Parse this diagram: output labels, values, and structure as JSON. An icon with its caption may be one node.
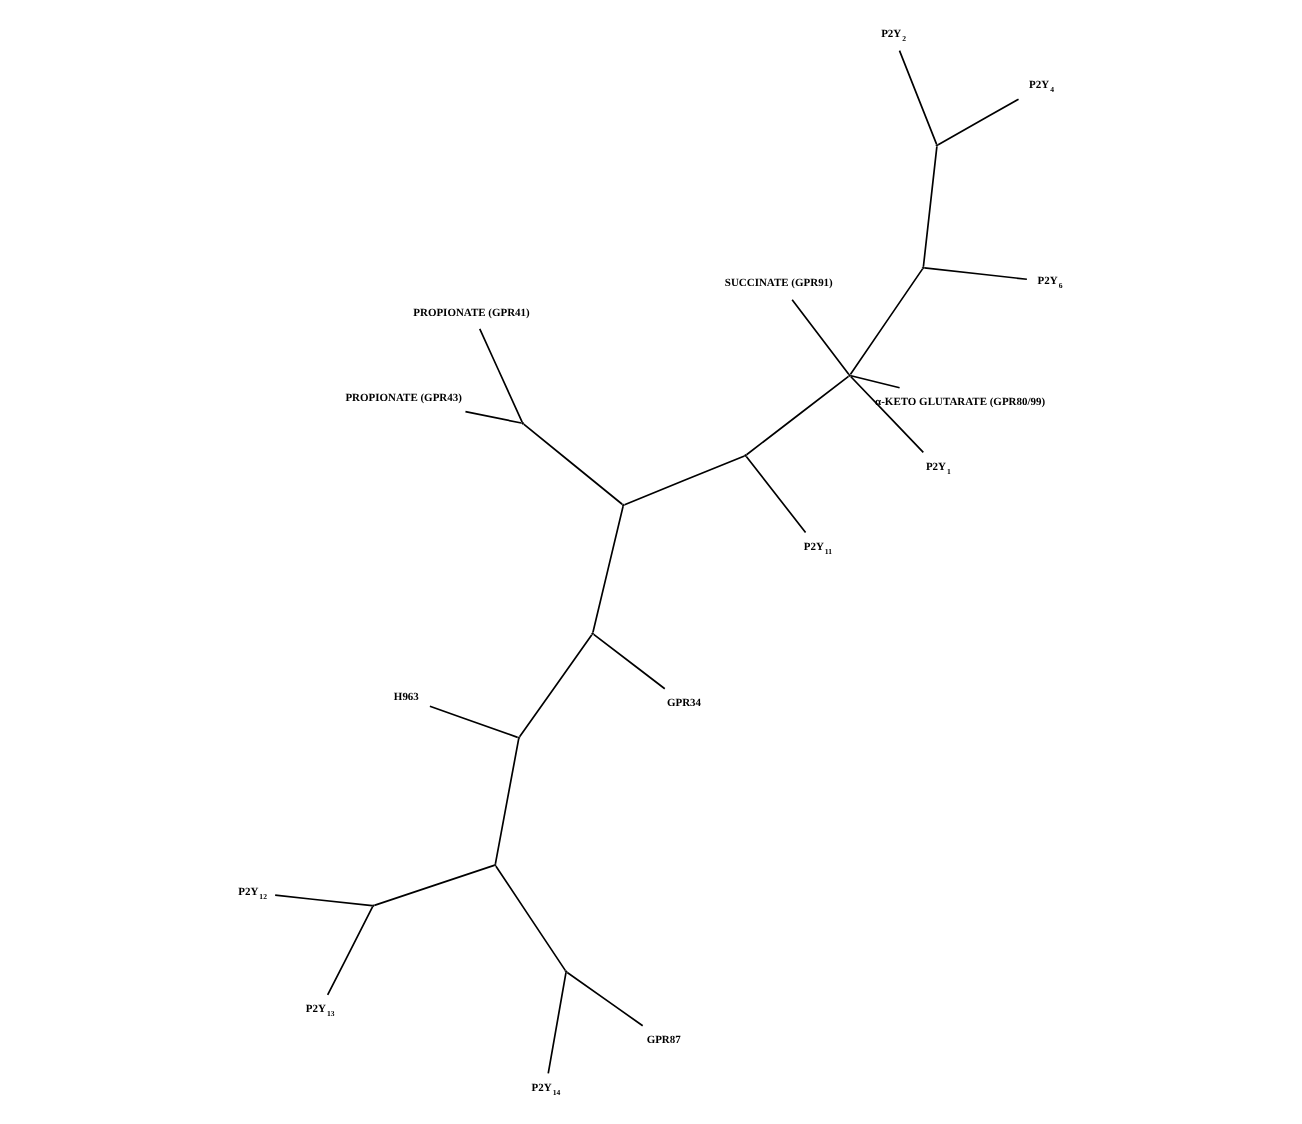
{
  "diagram": {
    "nodes": [
      {
        "text": [
          "P2Y$_{12}$"
        ]
      },
      {
        "text": [
          "P2Y$_{13}$"
        ]
      },
      {
        "text": [
          "P2Y$_{14}$"
        ]
      },
      {
        "text": [
          "PROPIONATE (GPR41)"
        ]
      },
      {
        "text": [
          "GPR87"
        ]
      },
      {
        "text": [
          "PROPIONATE (GPR43)"
        ]
      },
      {
        "text": [
          "H963"
        ]
      },
      {
        "text": [
          "P2Y$_{11}$"
        ]
      },
      {
        "text": [
          "GPR34"
        ]
      },
      {
        "text": [
          "P2Y$_{1}$"
        ]
      },
      {
        "text": [
          "P2Y$_{4}$"
        ]
      },
      {
        "text": [
          "P2Y$_{2}$"
        ]
      },
      {
        "text": [
          "α-KETO GLUTARATE (GPR80/99)"
        ]
      },
      {
        "text": [
          "P2Y$_{6}$"
        ]
      },
      {
        "text": [
          "SUCCINATE (GPR91)"
        ]
      },
      {
        "text": [],
        "shape": "point"
      },
      {
        "text": [],
        "shape": "point"
      },
      {
        "text": [],
        "shape": "point"
      },
      {
        "text": [],
        "shape": "point"
      },
      {
        "text": [],
        "shape": "point"
      },
      {
        "text": [],
        "shape": "point"
      },
      {
        "text": [],
        "shape": "point"
      },
      {
        "text": [],
        "shape": "point"
      },
      {
        "text": [],
        "shape": "point"
      },
      {
        "text": [],
        "shape": "point"
      },
      {
        "text": [],
        "shape": "point"
      }
    ],
    "edges": [
      {
        "from": 15,
        "to": 0,
        "arrow": "none"
      },
      {
        "from": 15,
        "to": 1,
        "arrow": "none"
      },
      {
        "from": 16,
        "to": 2,
        "arrow": "none"
      },
      {
        "from": 16,
        "to": 4,
        "arrow": "none"
      },
      {
        "from": 17,
        "to": 15,
        "arrow": "none"
      },
      {
        "from": 17,
        "to": 16,
        "arrow": "none"
      },
      {
        "from": 18,
        "to": 17,
        "arrow": "none"
      },
      {
        "from": 18,
        "to": 6,
        "arrow": "none"
      },
      {
        "from": 19,
        "to": 18,
        "arrow": "none"
      },
      {
        "from": 19,
        "to": 8,
        "arrow": "none"
      },
      {
        "from": 20,
        "to": 3,
        "arrow": "none"
      },
      {
        "from": 20,
        "to": 5,
        "arrow": "none"
      },
      {
        "from": 21,
        "to": 19,
        "arrow": "none"
      },
      {
        "from": 21,
        "to": 20,
        "arrow": "none"
      },
      {
        "from": 22,
        "to": 21,
        "arrow": "none"
      },
      {
        "from": 22,
        "to": 7,
        "arrow": "none"
      },
      {
        "from": 23,
        "to": 22,
        "arrow": "none"
      },
      {
        "from": 23,
        "to": 9,
        "arrow": "none"
      },
      {
        "from": 23,
        "to": 12,
        "arrow": "none"
      },
      {
        "from": 23,
        "to": 14,
        "arrow": "none"
      },
      {
        "from": 23,
        "to": 24,
        "arrow": "none"
      },
      {
        "from": 24,
        "to": 13,
        "arrow": "none"
      },
      {
        "from": 24,
        "to": 25,
        "arrow": "none"
      },
      {
        "from": 25,
        "to": 10,
        "arrow": "none"
      },
      {
        "from": 25,
        "to": 11,
        "arrow": "none"
      }
    ]
  }
}
